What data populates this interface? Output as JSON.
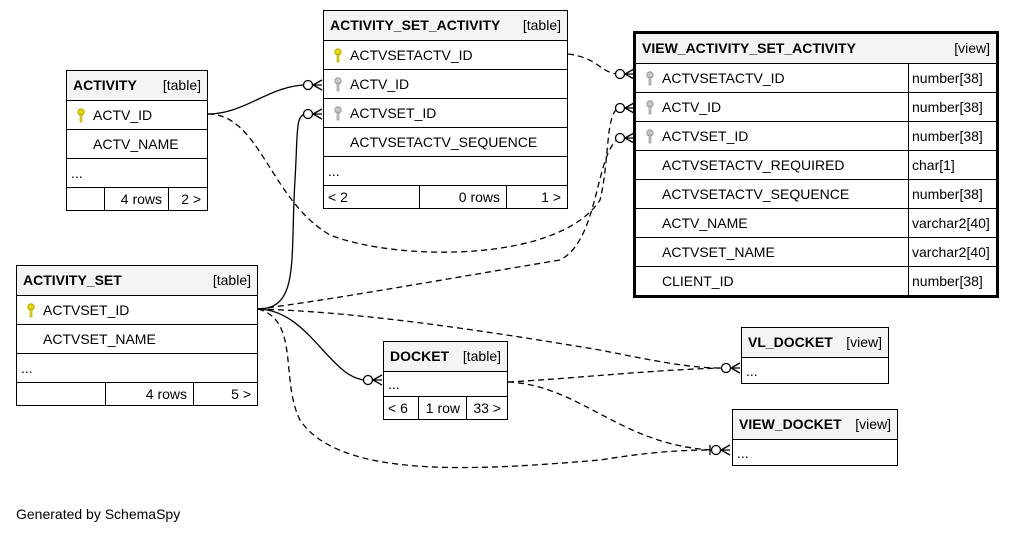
{
  "tables": {
    "activity": {
      "name": "ACTIVITY",
      "kind": "[table]",
      "columns": [
        "ACTV_ID",
        "ACTV_NAME"
      ],
      "more": "...",
      "footer": [
        "",
        "4 rows",
        "2 >"
      ]
    },
    "activity_set_activity": {
      "name": "ACTIVITY_SET_ACTIVITY",
      "kind": "[table]",
      "columns": [
        "ACTVSETACTV_ID",
        "ACTV_ID",
        "ACTVSET_ID",
        "ACTVSETACTV_SEQUENCE"
      ],
      "more": "...",
      "footer": [
        "< 2",
        "0 rows",
        "1 >"
      ]
    },
    "activity_set": {
      "name": "ACTIVITY_SET",
      "kind": "[table]",
      "columns": [
        "ACTVSET_ID",
        "ACTVSET_NAME"
      ],
      "more": "...",
      "footer": [
        "",
        "4 rows",
        "5 >"
      ]
    },
    "docket": {
      "name": "DOCKET",
      "kind": "[table]",
      "more": "...",
      "footer": [
        "< 6",
        "1 row",
        "33 >"
      ]
    },
    "view_activity_set_activity": {
      "name": "VIEW_ACTIVITY_SET_ACTIVITY",
      "kind": "[view]",
      "columns": [
        {
          "name": "ACTVSETACTV_ID",
          "type": "number[38]"
        },
        {
          "name": "ACTV_ID",
          "type": "number[38]"
        },
        {
          "name": "ACTVSET_ID",
          "type": "number[38]"
        },
        {
          "name": "ACTVSETACTV_REQUIRED",
          "type": "char[1]"
        },
        {
          "name": "ACTVSETACTV_SEQUENCE",
          "type": "number[38]"
        },
        {
          "name": "ACTV_NAME",
          "type": "varchar2[40]"
        },
        {
          "name": "ACTVSET_NAME",
          "type": "varchar2[40]"
        },
        {
          "name": "CLIENT_ID",
          "type": "number[38]"
        }
      ]
    },
    "vl_docket": {
      "name": "VL_DOCKET",
      "kind": "[view]",
      "more": "..."
    },
    "view_docket": {
      "name": "VIEW_DOCKET",
      "kind": "[view]",
      "more": "..."
    }
  },
  "credit": "Generated by SchemaSpy",
  "colors": {
    "primary_key": "#e8d800",
    "foreign_key": "#a0a0a0",
    "header_bg": "#f4f4f4",
    "line": "#000000"
  }
}
